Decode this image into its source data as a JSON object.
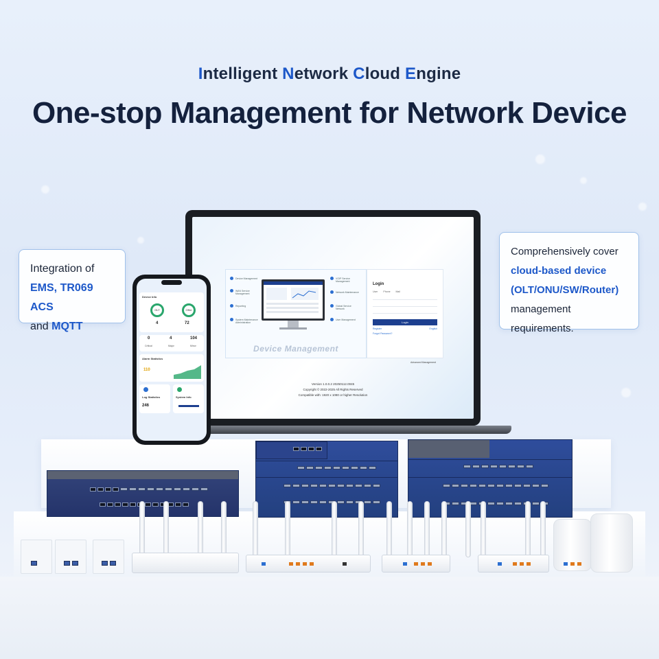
{
  "header": {
    "subtitle_words": [
      {
        "first": "I",
        "rest": "ntelligent "
      },
      {
        "first": "N",
        "rest": "etwork "
      },
      {
        "first": "C",
        "rest": "loud "
      },
      {
        "first": "E",
        "rest": "ngine"
      }
    ],
    "title": "One-stop Management for Network Device"
  },
  "callout_left": {
    "line1": "Integration of",
    "line2": "EMS, TR069 ACS",
    "line3_prefix": "and ",
    "line3_bold": "MQTT"
  },
  "callout_right": {
    "line1": "Comprehensively cover",
    "line2": "cloud-based device",
    "line3": "(OLT/ONU/SW/Router)",
    "line4": "management requirements."
  },
  "laptop": {
    "banner_label": "Device Management",
    "menu_items": [
      "Device Management",
      "WAN Service Management",
      "Reporting",
      "System Maintenance Administration"
    ],
    "menu_items_right": [
      "VOIP Service Management",
      "Network Maintenance",
      "Global Service Network",
      "User Management"
    ],
    "login": {
      "title": "Login",
      "tabs": [
        "User",
        "Phone",
        "Mail"
      ],
      "button": "Login",
      "register": "Register",
      "language": "English",
      "forgot": "Forgot Password?",
      "footer": "Advanced Management"
    },
    "version_lines": [
      "Version 1.0.0.2 20250112.0045",
      "Copyright © 2022-2025 All Rights Reserved",
      "Compatible with: 1920 x 1080 or higher Resolution"
    ]
  },
  "phone": {
    "header": "Device Info",
    "olt": {
      "label": "OLT",
      "value": "4"
    },
    "onu": {
      "label": "ONU",
      "value": "72"
    },
    "counts": [
      {
        "value": "0",
        "label": "Critical"
      },
      {
        "value": "4",
        "label": "Major"
      },
      {
        "value": "104",
        "label": "Minor"
      }
    ],
    "alarm_title": "Alarm Statistics",
    "alarm_value": "110",
    "log_title": "Log Statistics",
    "log_value": "246",
    "sys_title": "System Info"
  },
  "colors": {
    "accent": "#1d58c9",
    "title": "#14213d",
    "rack": "#2f4d9c",
    "status_green": "#2aa66c"
  }
}
